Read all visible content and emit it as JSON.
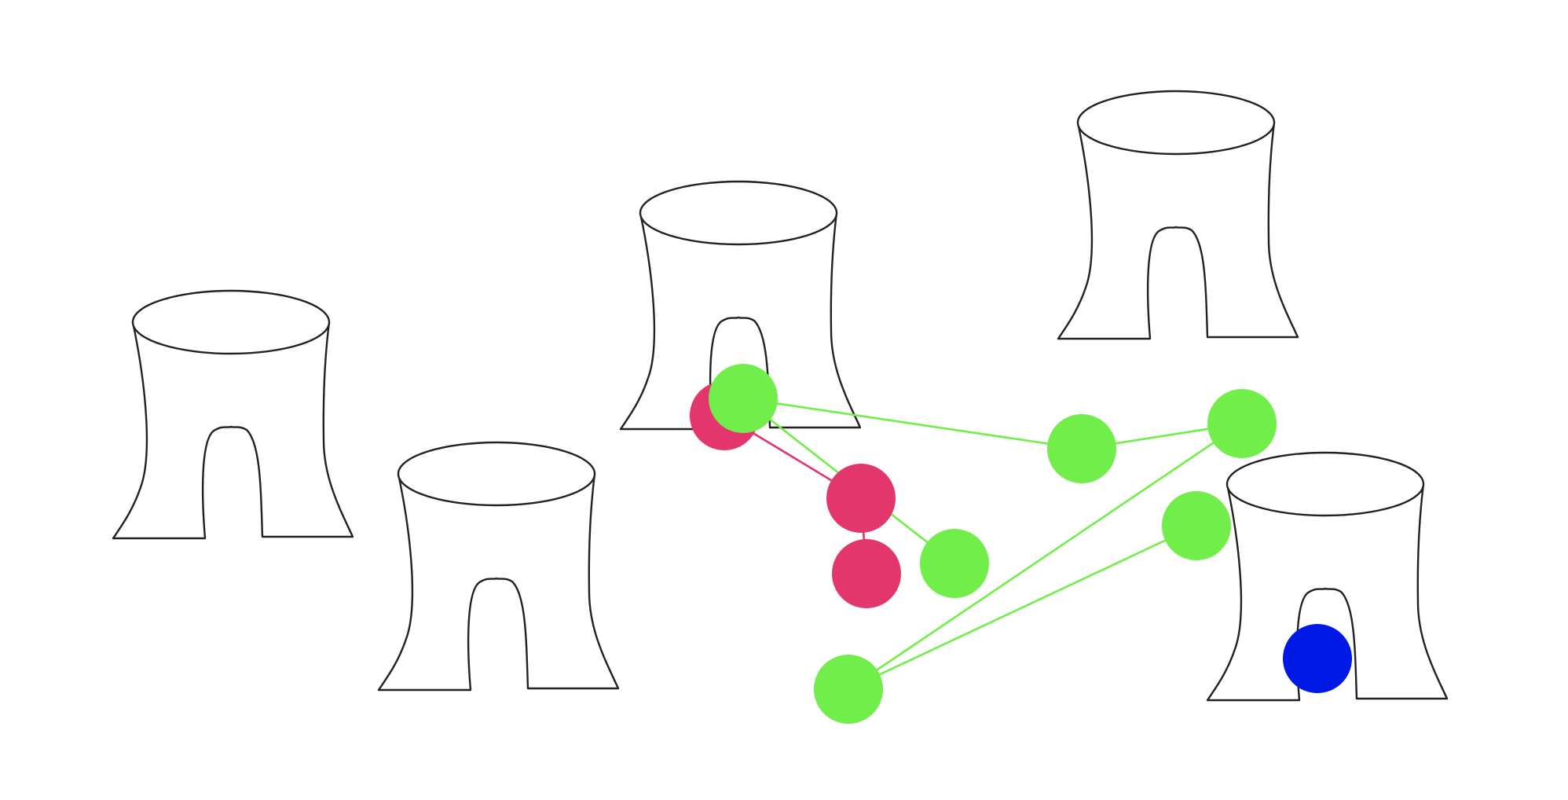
{
  "colors": {
    "background": "#ffffff",
    "hut_stroke": "#222222",
    "green": "#72ee4b",
    "red": "#e2366c",
    "blue": "#0019e5"
  },
  "huts": [
    {
      "id": "hut-1"
    },
    {
      "id": "hut-2"
    },
    {
      "id": "hut-3"
    },
    {
      "id": "hut-4"
    },
    {
      "id": "hut-5"
    },
    {
      "id": "hut-6"
    }
  ],
  "nodes": [
    {
      "id": "red-1",
      "color": "red"
    },
    {
      "id": "red-2",
      "color": "red"
    },
    {
      "id": "red-3",
      "color": "red"
    },
    {
      "id": "green-1",
      "color": "green"
    },
    {
      "id": "green-2",
      "color": "green"
    },
    {
      "id": "green-3",
      "color": "green"
    },
    {
      "id": "green-4",
      "color": "green"
    },
    {
      "id": "green-5",
      "color": "green"
    },
    {
      "id": "green-6",
      "color": "green"
    },
    {
      "id": "blue-1",
      "color": "blue"
    }
  ],
  "edges": [
    {
      "from": "red-1",
      "to": "red-2",
      "color": "red"
    },
    {
      "from": "red-2",
      "to": "red-3",
      "color": "red"
    },
    {
      "from": "green-1",
      "to": "green-2",
      "color": "green"
    },
    {
      "from": "green-2",
      "to": "green-3",
      "color": "green"
    },
    {
      "from": "green-1",
      "to": "green-4",
      "color": "green"
    },
    {
      "from": "green-3",
      "to": "green-5",
      "color": "green"
    },
    {
      "from": "green-5",
      "to": "green-6",
      "color": "green"
    }
  ]
}
